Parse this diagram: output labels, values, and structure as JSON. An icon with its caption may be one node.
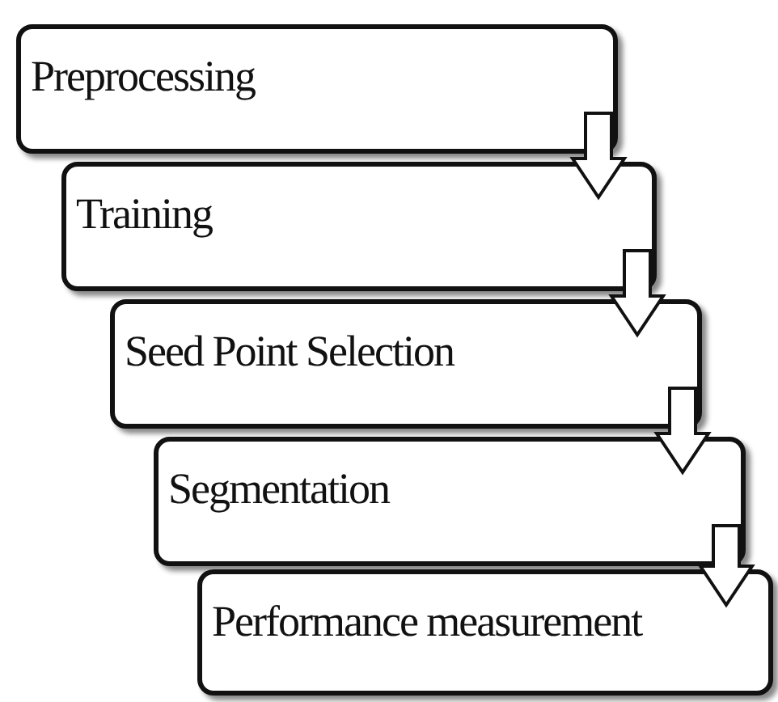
{
  "diagram": {
    "nodes": [
      {
        "text": [
          "Preprocessing"
        ]
      },
      {
        "text": [
          "Training"
        ]
      },
      {
        "text": [
          "Seed Point Selection"
        ]
      },
      {
        "text": [
          "Segmentation"
        ]
      },
      {
        "text": [
          "Performance measurement"
        ]
      }
    ],
    "edges": [
      {
        "from": 0,
        "to": 1,
        "arrow": "to"
      },
      {
        "from": 1,
        "to": 2,
        "arrow": "to"
      },
      {
        "from": 2,
        "to": 3,
        "arrow": "to"
      },
      {
        "from": 3,
        "to": 4,
        "arrow": "to"
      }
    ]
  }
}
